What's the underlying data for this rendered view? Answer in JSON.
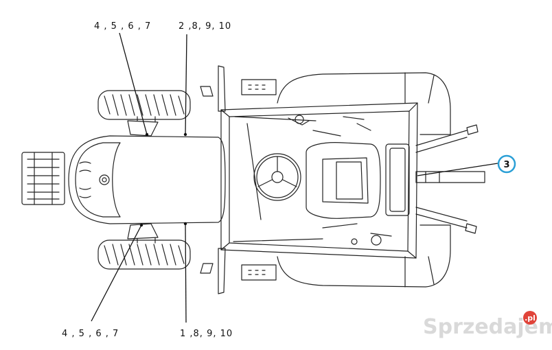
{
  "callouts": {
    "top_left": "4 , 5 , 6 , 7",
    "top_right": "2 ,8, 9, 10",
    "bottom_left": "4 , 5 , 6 , 7",
    "bottom_right": "1 ,8, 9, 10"
  },
  "badge": {
    "number": "3",
    "color": "#2a9fd6"
  },
  "watermark": {
    "text": "Sprzedajemy",
    "dot_text": ".pl",
    "text_color": "#d9d9d9",
    "dot_color": "#e0443a"
  },
  "colors": {
    "line": "#222222",
    "background": "#ffffff"
  }
}
